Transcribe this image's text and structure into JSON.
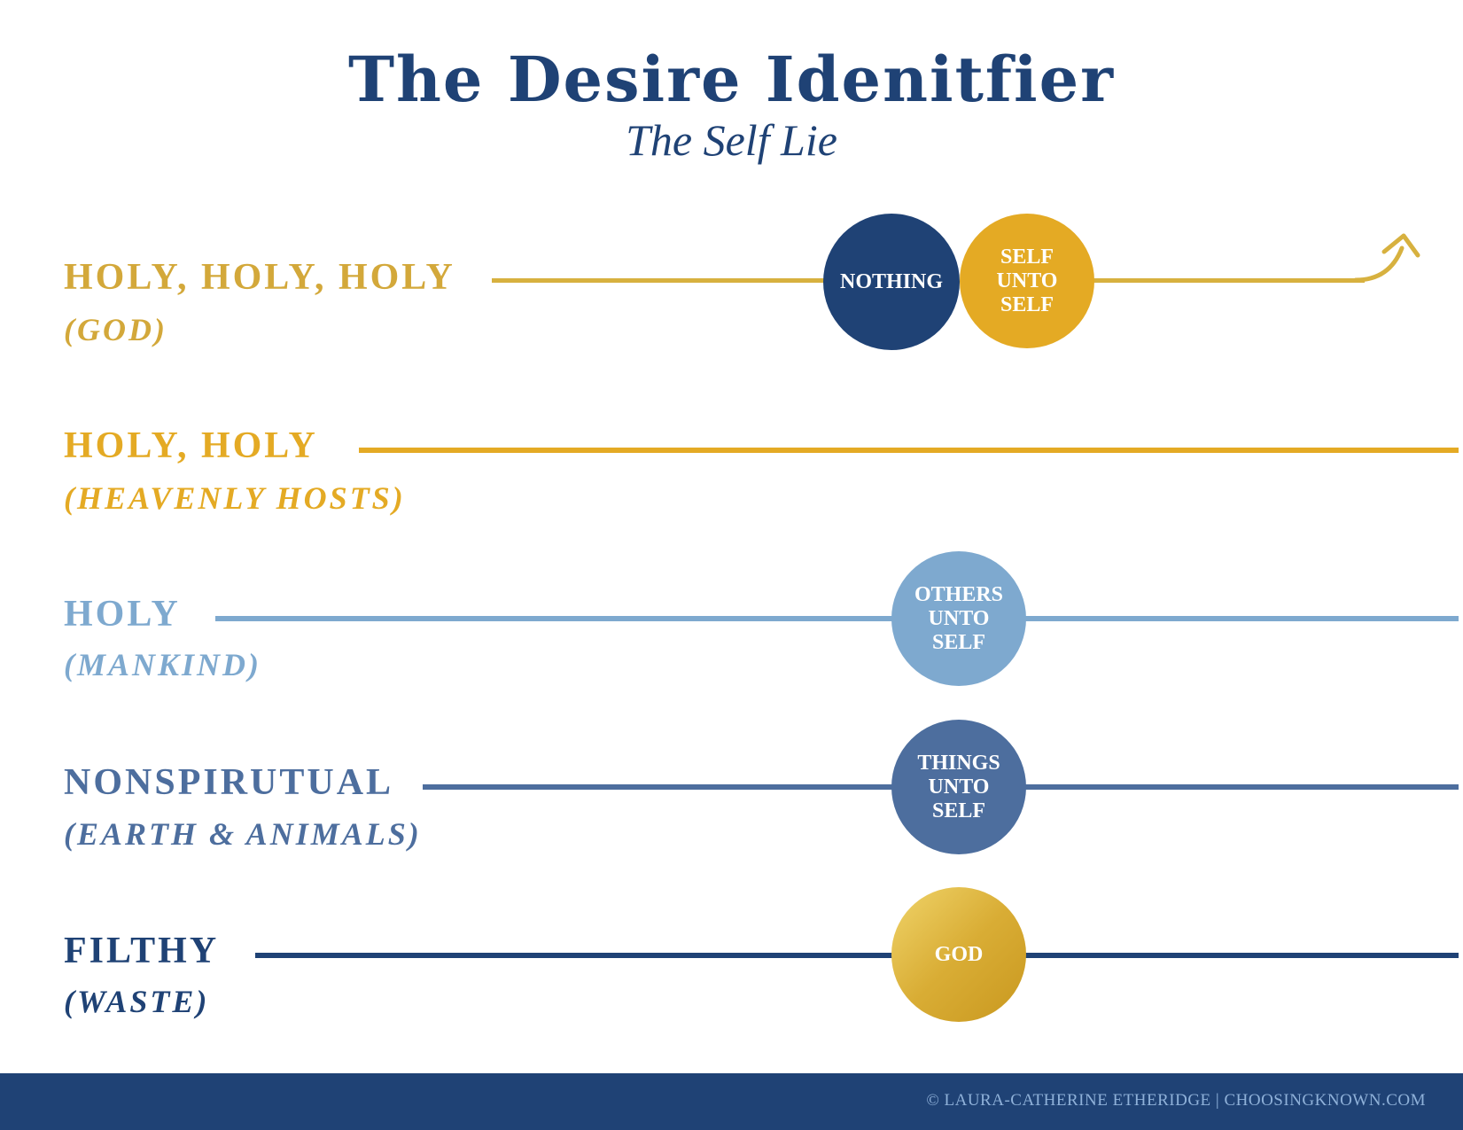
{
  "header": {
    "title": "The Desire Idenitfier",
    "subtitle": "The Self Lie"
  },
  "colors": {
    "navy": "#1f4275",
    "gold": "#e4aa24",
    "gold_foil": "#d7b13f",
    "light_blue": "#7ea9cf",
    "mid_blue": "#4d6e9e"
  },
  "levels": [
    {
      "name": "HOLY, HOLY, HOLY",
      "group": "(GOD)",
      "circles": [
        "NOTHING",
        "SELF\nUNTO\nSELF"
      ]
    },
    {
      "name": "HOLY, HOLY",
      "group": "(HEAVENLY HOSTS)",
      "circles": []
    },
    {
      "name": "HOLY",
      "group": "(MANKIND)",
      "circles": [
        "OTHERS\nUNTO\nSELF"
      ]
    },
    {
      "name": "NONSPIRUTUAL",
      "group": "(EARTH & ANIMALS)",
      "circles": [
        "THINGS\nUNTO\nSELF"
      ]
    },
    {
      "name": "FILTHY",
      "group": "(WASTE)",
      "circles": [
        "GOD"
      ]
    }
  ],
  "footer": {
    "credit": "© LAURA-CATHERINE ETHERIDGE | CHOOSINGKNOWN.COM"
  }
}
